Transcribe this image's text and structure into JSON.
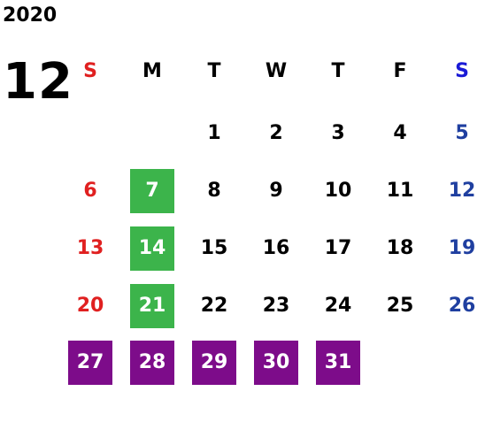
{
  "calendar": {
    "year": "2020",
    "month": "12",
    "weekdays": [
      "S",
      "M",
      "T",
      "W",
      "T",
      "F",
      "S"
    ],
    "weeks": [
      [
        "",
        "",
        "1",
        "2",
        "3",
        "4",
        "5"
      ],
      [
        "6",
        "7",
        "8",
        "9",
        "10",
        "11",
        "12"
      ],
      [
        "13",
        "14",
        "15",
        "16",
        "17",
        "18",
        "19"
      ],
      [
        "20",
        "21",
        "22",
        "23",
        "24",
        "25",
        "26"
      ],
      [
        "27",
        "28",
        "29",
        "30",
        "31",
        "",
        ""
      ]
    ],
    "highlight_green_days": [
      "7",
      "14",
      "21"
    ],
    "highlight_purple_days": [
      "27",
      "28",
      "29",
      "30",
      "31"
    ]
  },
  "colors": {
    "sunday": "#e02020",
    "saturday_header": "#1a1ad6",
    "saturday": "#1f3fa0",
    "green_highlight": "#3cb44b",
    "purple_highlight": "#7d0c8a"
  }
}
